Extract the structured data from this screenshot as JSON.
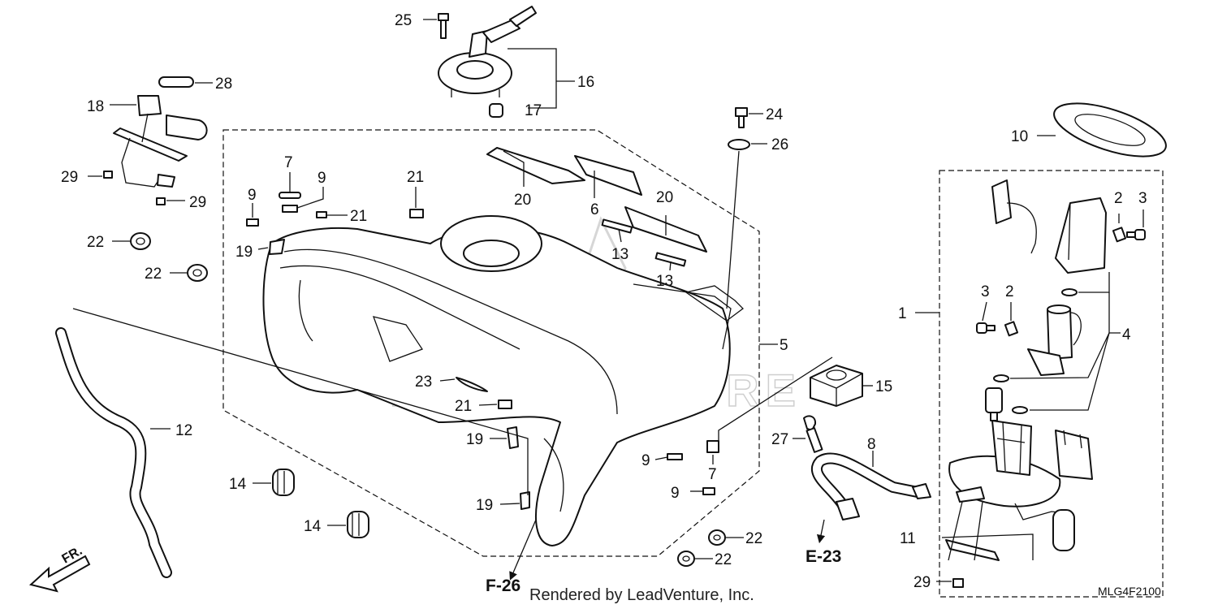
{
  "diagram_code": "MLG4F2100",
  "credit": "Rendered by LeadVenture, Inc.",
  "watermark": "LEADVENTURE",
  "direction_label": "FR.",
  "refs": [
    "E-23",
    "F-26"
  ],
  "callouts": [
    "1",
    "2",
    "2",
    "3",
    "3",
    "4",
    "5",
    "6",
    "7",
    "7",
    "8",
    "9",
    "9",
    "9",
    "9",
    "10",
    "11",
    "12",
    "13",
    "13",
    "14",
    "14",
    "15",
    "16",
    "17",
    "18",
    "19",
    "19",
    "19",
    "20",
    "20",
    "21",
    "21",
    "21",
    "22",
    "22",
    "22",
    "22",
    "23",
    "24",
    "25",
    "26",
    "27",
    "28",
    "29",
    "29",
    "29"
  ],
  "colors": {
    "line": "#111111",
    "watermark": "#cfcfcf",
    "background": "#ffffff"
  }
}
